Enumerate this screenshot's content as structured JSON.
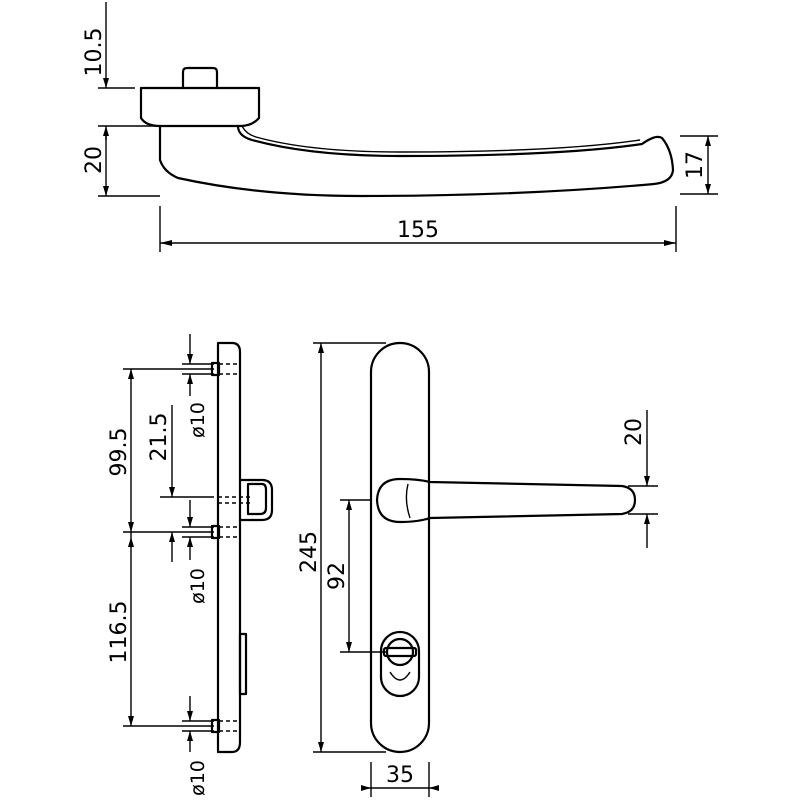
{
  "dimensions": {
    "rose_height": "10.5",
    "lever_height": "20",
    "lever_tip_height": "17",
    "lever_length": "155",
    "top_to_spindle": "99.5",
    "screw_to_spindle": "21.5",
    "spindle_to_bottom": "116.5",
    "total_height": "245",
    "spindle_to_cylinder": "92",
    "lever_width": "20",
    "plate_width": "35",
    "screw_dia_top": "ø10",
    "screw_dia_mid": "ø10",
    "screw_dia_bottom": "ø10"
  }
}
